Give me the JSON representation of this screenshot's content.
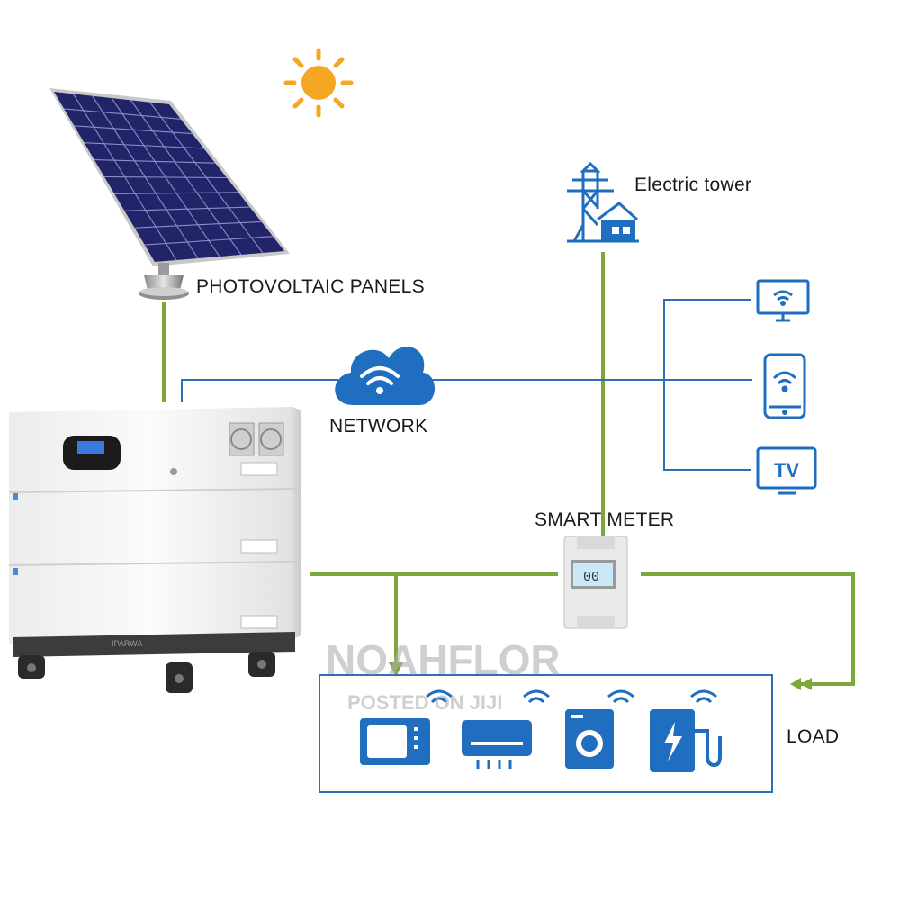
{
  "labels": {
    "photovoltaic_panels": "PHOTOVOLTAIC PANELS",
    "electric_tower": "Electric tower",
    "network": "NETWORK",
    "smart_meter": "SMART  METER",
    "load": "LOAD"
  },
  "meter_display": "00",
  "battery_brand": "IPARWA",
  "watermark": {
    "main": "NOAHFLOR",
    "sub": "POSTED ON JIJI"
  },
  "device_icons": [
    "monitor-wifi-icon",
    "phone-wifi-icon",
    "tv-icon"
  ],
  "load_icons": [
    "microwave-icon",
    "air-conditioner-icon",
    "washing-machine-icon",
    "ev-charger-icon"
  ],
  "colors": {
    "power_line": "#7aa83a",
    "data_line": "#2f6fb5",
    "icon_blue": "#1f6ec0",
    "sun": "#f5a623",
    "panel_cell": "#24256b",
    "battery_body": "#f4f4f4"
  }
}
